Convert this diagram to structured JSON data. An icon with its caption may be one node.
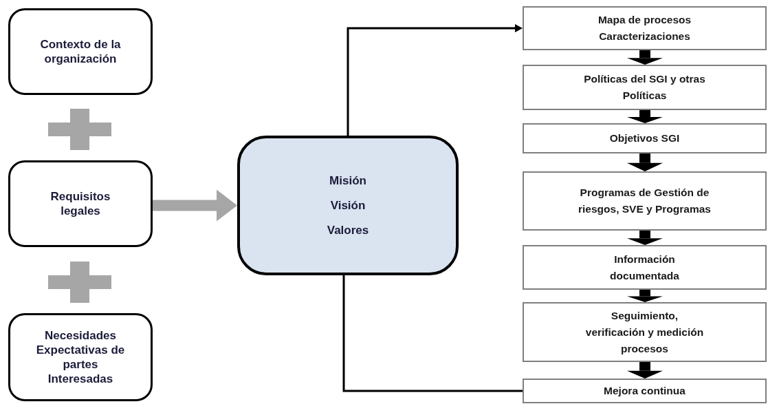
{
  "diagram": {
    "nodes": [
      {
        "text": [
          "Contexto de la organización"
        ]
      },
      {
        "text": [
          "Requisitos legales"
        ]
      },
      {
        "text": [
          "Necesidades Expectativas de partes Interesadas"
        ]
      },
      {
        "text": [
          "Misión Visión Valores"
        ]
      },
      {
        "text": [
          "Mapa de procesos Caracterizaciones"
        ]
      },
      {
        "text": [
          "Políticas del SGI y otras Políticas"
        ]
      },
      {
        "text": [
          "Objetivos SGI"
        ]
      },
      {
        "text": [
          "Programas de Gestión de riesgos, SVE y Programas"
        ]
      },
      {
        "text": [
          "Información documentada"
        ]
      },
      {
        "text": [
          "Seguimiento, verificación y medición procesos"
        ]
      },
      {
        "text": [
          "Mejora continua"
        ]
      }
    ],
    "edges": [
      {
        "from": 1,
        "to": 3,
        "arrow": "to",
        "color": "#a6a6a6"
      },
      {
        "from": 3,
        "to": 4,
        "arrow": "to"
      },
      {
        "from": 4,
        "to": 5,
        "arrow": "to"
      },
      {
        "from": 5,
        "to": 6,
        "arrow": "to"
      },
      {
        "from": 6,
        "to": 7,
        "arrow": "to"
      },
      {
        "from": 7,
        "to": 8,
        "arrow": "to"
      },
      {
        "from": 8,
        "to": 9,
        "arrow": "to"
      },
      {
        "from": 9,
        "to": 10,
        "arrow": "to"
      },
      {
        "from": 3,
        "to": 10,
        "arrow": "none"
      }
    ]
  }
}
